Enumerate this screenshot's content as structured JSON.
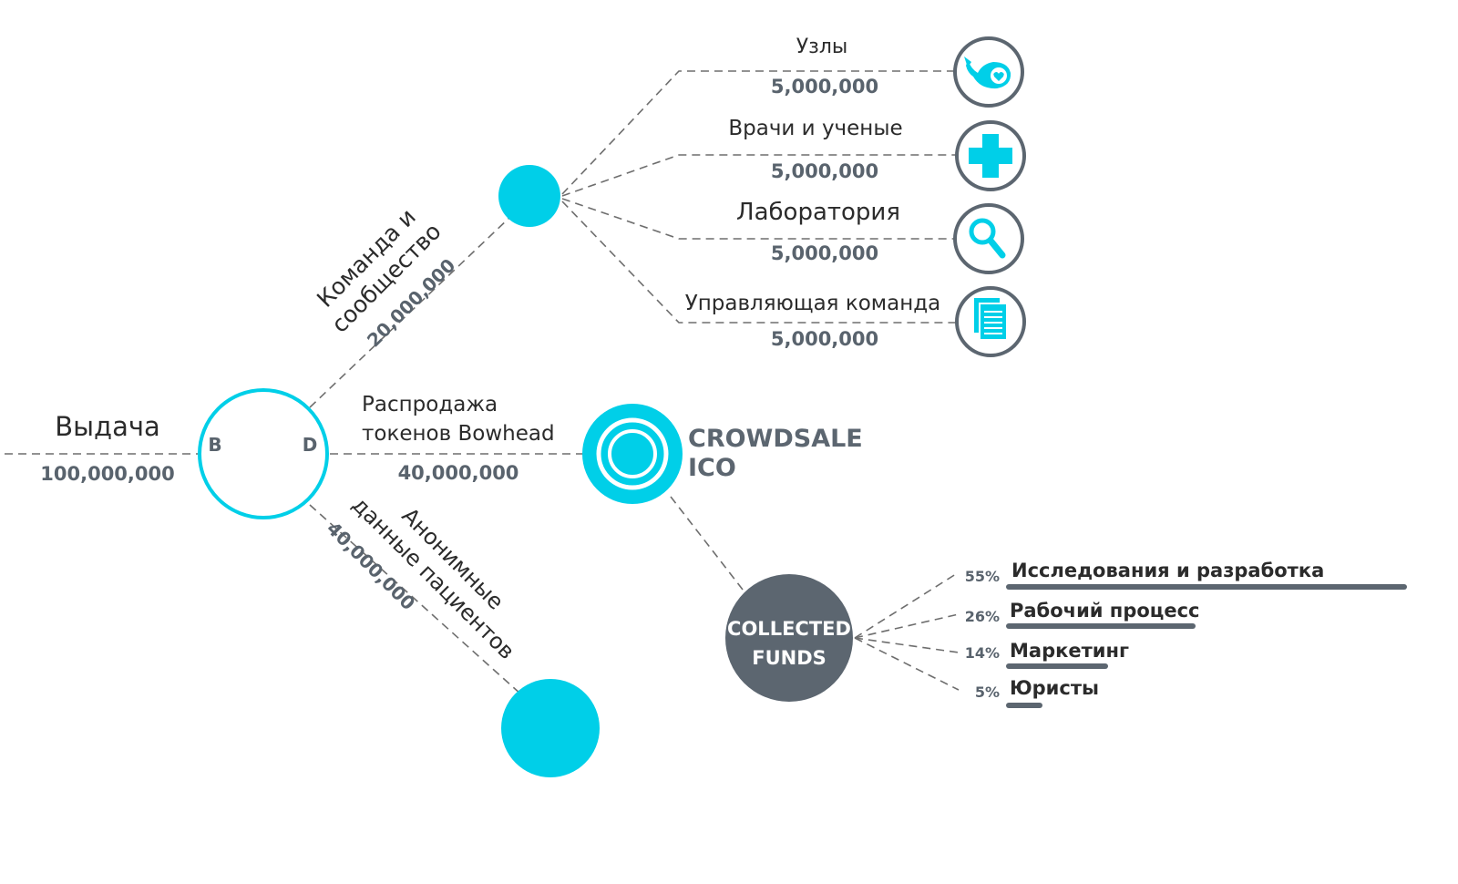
{
  "colors": {
    "accent": "#00cfe8",
    "slate": "#5c6670",
    "text": "#2b2b2b",
    "line": "#6e6e6e"
  },
  "root": {
    "label": "Выдача",
    "value": "100,000,000",
    "letter_left": "B",
    "letter_right": "D"
  },
  "team": {
    "label_line1": "Команда и",
    "label_line2": "сообщество",
    "value": "20,000,000",
    "children": [
      {
        "label": "Узлы",
        "value": "5,000,000",
        "icon": "whale-heart-icon"
      },
      {
        "label": "Врачи и ученые",
        "value": "5,000,000",
        "icon": "plus-icon"
      },
      {
        "label": "Лаборатория",
        "value": "5,000,000",
        "icon": "magnifier-icon"
      },
      {
        "label": "Управляющая команда",
        "value": "5,000,000",
        "icon": "document-icon"
      }
    ]
  },
  "sale": {
    "label_line1": "Распродажа",
    "label_line2": "токенов Bowhead",
    "value": "40,000,000",
    "crowdsale_line1": "CROWDSALE",
    "crowdsale_line2": "ICO",
    "funds_line1": "COLLECTED",
    "funds_line2": "FUNDS",
    "allocations": [
      {
        "percent": "55%",
        "label": "Исследования и разработка",
        "share": 55
      },
      {
        "percent": "26%",
        "label": "Рабочий процесс",
        "share": 26
      },
      {
        "percent": "14%",
        "label": "Маркетинг",
        "share": 14
      },
      {
        "percent": "5%",
        "label": "Юристы",
        "share": 5
      }
    ]
  },
  "patients": {
    "label_line1": "Анонимные",
    "label_line2": "данные пациентов",
    "value": "40,000,000"
  }
}
